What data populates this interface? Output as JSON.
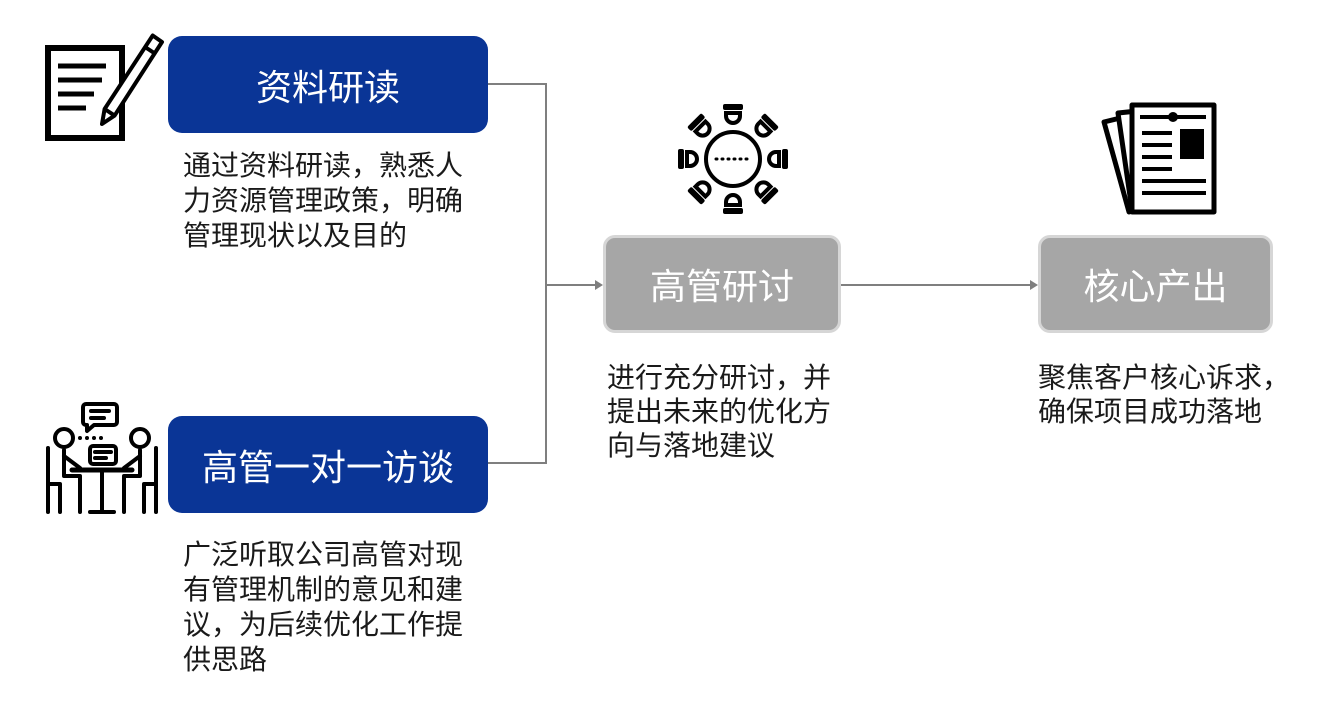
{
  "colors": {
    "primary_box": "#0a3596",
    "secondary_box": "#a6a6a6",
    "connector": "#7f7f7f"
  },
  "inputs": [
    {
      "icon": "document-writing-icon",
      "title": "资料研读",
      "description_lines": [
        "通过资料研读，熟悉人",
        "力资源管理政策，明确",
        "管理现状以及目的"
      ]
    },
    {
      "icon": "meeting-interview-icon",
      "title": "高管一对一访谈",
      "description_lines": [
        "广泛听取公司高管对现",
        "有管理机制的意见和建",
        "议，为后续优化工作提",
        "供思路"
      ]
    }
  ],
  "discussion": {
    "icon": "round-table-icon",
    "title": "高管研讨",
    "description_lines": [
      "进行充分研讨，并",
      "提出未来的优化方",
      "向与落地建议"
    ]
  },
  "output": {
    "icon": "newspaper-icon",
    "title": "核心产出",
    "description_lines": [
      "聚焦客户核心诉求，",
      "确保项目成功落地"
    ]
  }
}
